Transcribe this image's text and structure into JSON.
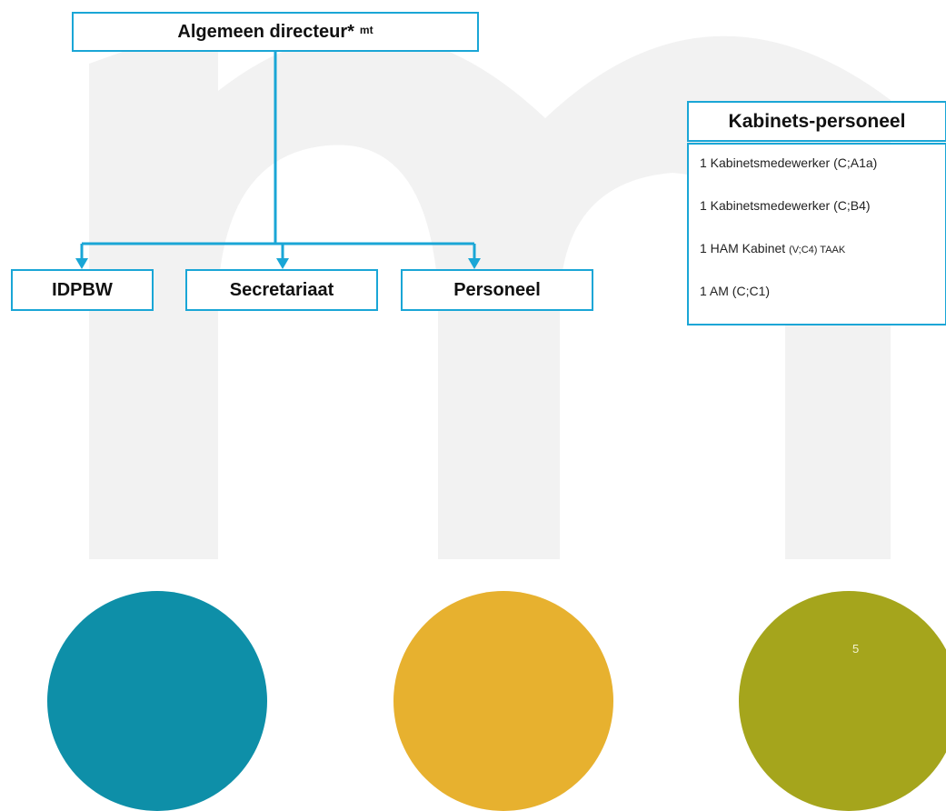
{
  "diagram": {
    "root": {
      "label": "Algemeen directeur*",
      "superscript": "mt"
    },
    "children": [
      {
        "label": "IDPBW"
      },
      {
        "label": "Secretariaat"
      },
      {
        "label": "Personeel"
      }
    ],
    "side_panel": {
      "title": "Kabinets-personeel",
      "items": [
        {
          "text": "1 Kabinetsmedewerker (C;A1a)",
          "small": ""
        },
        {
          "text": "1 Kabinetsmedewerker (C;B4)",
          "small": ""
        },
        {
          "text": "1 HAM Kabinet ",
          "small": "(V;C4) TAAK"
        },
        {
          "text": "1 AM (C;C1)",
          "small": ""
        }
      ]
    },
    "connector_color": "#1aa6d6"
  },
  "page_number": "5",
  "colors": {
    "teal": "#0e8fa8",
    "gold": "#e7b12f",
    "olive": "#a5a51c",
    "watermark": "#f2f2f2"
  }
}
